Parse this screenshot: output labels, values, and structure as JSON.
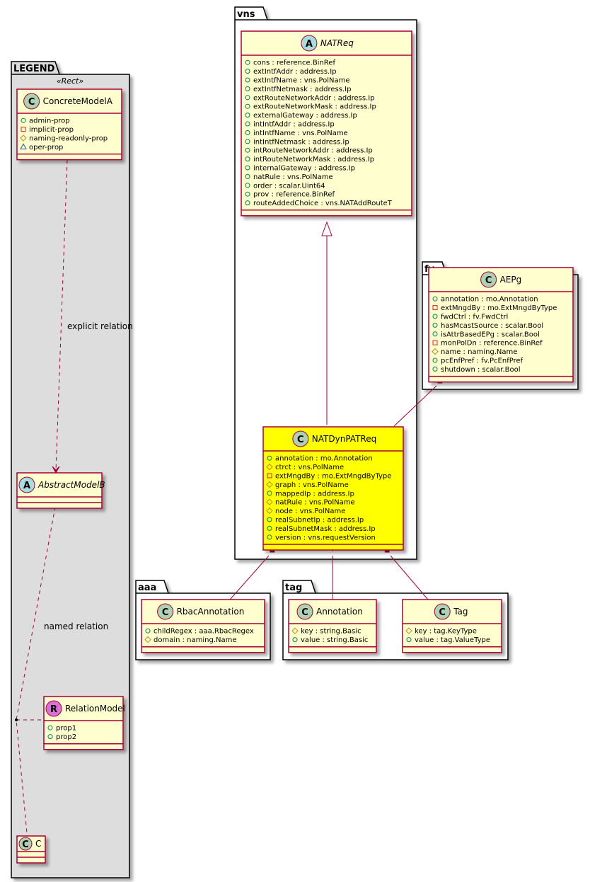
{
  "colors": {
    "class_fill": "#FEFECE",
    "highlight_fill": "#FFFF00",
    "class_border": "#A80036",
    "line": "#A80036",
    "legend_fill": "#DDDDDD",
    "spot_class": "#ADD1B2",
    "spot_abstract": "#A9DCDF",
    "spot_relation": "#DA70D6",
    "vis_public": "#038048",
    "vis_private": "#C82930",
    "vis_protected": "#B38D22",
    "vis_package": "#1963A0"
  },
  "packages": {
    "legend": {
      "label": "LEGEND",
      "stereotype": "«Rect»"
    },
    "vns": {
      "label": "vns"
    },
    "fv": {
      "label": "fv"
    },
    "aaa": {
      "label": "aaa"
    },
    "tag": {
      "label": "tag"
    }
  },
  "classes": {
    "concrete_model_a": {
      "name": "ConcreteModelA",
      "kind": "C",
      "italic": false,
      "attrs": [
        {
          "vis": "public",
          "text": "admin-prop"
        },
        {
          "vis": "private",
          "text": "implicit-prop"
        },
        {
          "vis": "protected",
          "text": "naming-readonly-prop"
        },
        {
          "vis": "package",
          "text": "oper-prop"
        }
      ]
    },
    "abstract_model_b": {
      "name": "AbstractModelB",
      "kind": "A",
      "italic": true,
      "attrs": []
    },
    "relation_model": {
      "name": "RelationModel",
      "kind": "R",
      "italic": false,
      "attrs": [
        {
          "vis": "public",
          "text": "prop1"
        },
        {
          "vis": "public",
          "text": "prop2"
        }
      ]
    },
    "c": {
      "name": "C",
      "kind": "C",
      "italic": false,
      "attrs": []
    },
    "nat_req": {
      "name": "NATReq",
      "kind": "A",
      "italic": true,
      "attrs": [
        {
          "vis": "public",
          "text": "cons : reference.BinRef"
        },
        {
          "vis": "public",
          "text": "extIntfAddr : address.Ip"
        },
        {
          "vis": "public",
          "text": "extIntfName : vns.PolName"
        },
        {
          "vis": "public",
          "text": "extIntfNetmask : address.Ip"
        },
        {
          "vis": "public",
          "text": "extRouteNetworkAddr : address.Ip"
        },
        {
          "vis": "public",
          "text": "extRouteNetworkMask : address.Ip"
        },
        {
          "vis": "public",
          "text": "externalGateway : address.Ip"
        },
        {
          "vis": "public",
          "text": "intIntfAddr : address.Ip"
        },
        {
          "vis": "public",
          "text": "intIntfName : vns.PolName"
        },
        {
          "vis": "public",
          "text": "intIntfNetmask : address.Ip"
        },
        {
          "vis": "public",
          "text": "intRouteNetworkAddr : address.Ip"
        },
        {
          "vis": "public",
          "text": "intRouteNetworkMask : address.Ip"
        },
        {
          "vis": "public",
          "text": "internalGateway : address.Ip"
        },
        {
          "vis": "public",
          "text": "natRule : vns.PolName"
        },
        {
          "vis": "public",
          "text": "order : scalar.Uint64"
        },
        {
          "vis": "public",
          "text": "prov : reference.BinRef"
        },
        {
          "vis": "public",
          "text": "routeAddedChoice : vns.NATAddRouteT"
        }
      ]
    },
    "nat_dyn_pat_req": {
      "name": "NATDynPATReq",
      "kind": "C",
      "italic": false,
      "highlight": true,
      "attrs": [
        {
          "vis": "public",
          "text": "annotation : mo.Annotation"
        },
        {
          "vis": "protected",
          "text": "ctrct : vns.PolName"
        },
        {
          "vis": "private",
          "text": "extMngdBy : mo.ExtMngdByType"
        },
        {
          "vis": "protected",
          "text": "graph : vns.PolName"
        },
        {
          "vis": "public",
          "text": "mappedIp : address.Ip"
        },
        {
          "vis": "protected",
          "text": "natRule : vns.PolName"
        },
        {
          "vis": "protected",
          "text": "node : vns.PolName"
        },
        {
          "vis": "public",
          "text": "realSubnetIp : address.Ip"
        },
        {
          "vis": "public",
          "text": "realSubnetMask : address.Ip"
        },
        {
          "vis": "public",
          "text": "version : vns.requestVersion"
        }
      ]
    },
    "aepg": {
      "name": "AEPg",
      "kind": "C",
      "italic": false,
      "attrs": [
        {
          "vis": "public",
          "text": "annotation : mo.Annotation"
        },
        {
          "vis": "private",
          "text": "extMngdBy : mo.ExtMngdByType"
        },
        {
          "vis": "public",
          "text": "fwdCtrl : fv.FwdCtrl"
        },
        {
          "vis": "public",
          "text": "hasMcastSource : scalar.Bool"
        },
        {
          "vis": "public",
          "text": "isAttrBasedEPg : scalar.Bool"
        },
        {
          "vis": "private",
          "text": "monPolDn : reference.BinRef"
        },
        {
          "vis": "protected",
          "text": "name : naming.Name"
        },
        {
          "vis": "public",
          "text": "pcEnfPref : fv.PcEnfPref"
        },
        {
          "vis": "public",
          "text": "shutdown : scalar.Bool"
        }
      ]
    },
    "rbac_annotation": {
      "name": "RbacAnnotation",
      "kind": "C",
      "italic": false,
      "attrs": [
        {
          "vis": "public",
          "text": "childRegex : aaa.RbacRegex"
        },
        {
          "vis": "protected",
          "text": "domain : naming.Name"
        }
      ]
    },
    "annotation": {
      "name": "Annotation",
      "kind": "C",
      "italic": false,
      "attrs": [
        {
          "vis": "protected",
          "text": "key : string.Basic"
        },
        {
          "vis": "public",
          "text": "value : string.Basic"
        }
      ]
    },
    "tag": {
      "name": "Tag",
      "kind": "C",
      "italic": false,
      "attrs": [
        {
          "vis": "protected",
          "text": "key : tag.KeyType"
        },
        {
          "vis": "public",
          "text": "value : tag.ValueType"
        }
      ]
    }
  },
  "relations": {
    "explicit": {
      "label": "explicit relation"
    },
    "named": {
      "label": "named relation"
    }
  }
}
